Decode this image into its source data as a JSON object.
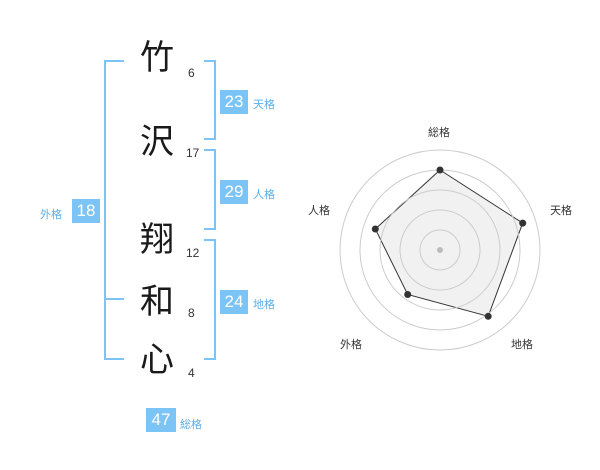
{
  "name": {
    "characters": [
      {
        "char": "竹",
        "strokes": "6"
      },
      {
        "char": "沢",
        "strokes": "17"
      },
      {
        "char": "翔",
        "strokes": "12"
      },
      {
        "char": "和",
        "strokes": "8"
      },
      {
        "char": "心",
        "strokes": "4"
      }
    ]
  },
  "fortunes": {
    "tenkaku": {
      "label": "天格",
      "value": "23"
    },
    "jinkaku": {
      "label": "人格",
      "value": "29"
    },
    "chikaku": {
      "label": "地格",
      "value": "24"
    },
    "gaikaku": {
      "label": "外格",
      "value": "18"
    },
    "soukaku": {
      "label": "総格",
      "value": "47"
    }
  },
  "radar": {
    "axes": [
      "総格",
      "天格",
      "地格",
      "外格",
      "人格"
    ],
    "levels": [
      0.8,
      0.87,
      0.82,
      0.55,
      0.68
    ],
    "rings": 5,
    "ring_color": "#cccccc",
    "fill_color": "#eeeeee",
    "line_color": "#333333"
  },
  "colors": {
    "accent": "#7cc4f5",
    "label_accent": "#5aaee8"
  }
}
